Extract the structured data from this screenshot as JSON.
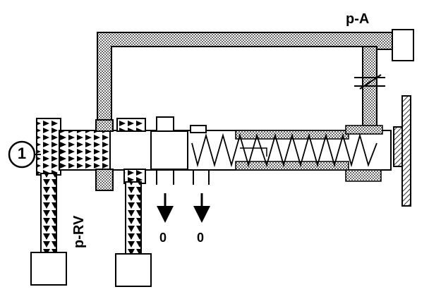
{
  "labels": {
    "pressure_accumulator": "p-A",
    "pressure_relief_valve": "p-RV",
    "drain_1": "0",
    "drain_2": "0",
    "callout_number": "1"
  },
  "colors": {
    "line": "#000000",
    "background": "#ffffff",
    "hatch_fill": "#8a8a8a"
  }
}
